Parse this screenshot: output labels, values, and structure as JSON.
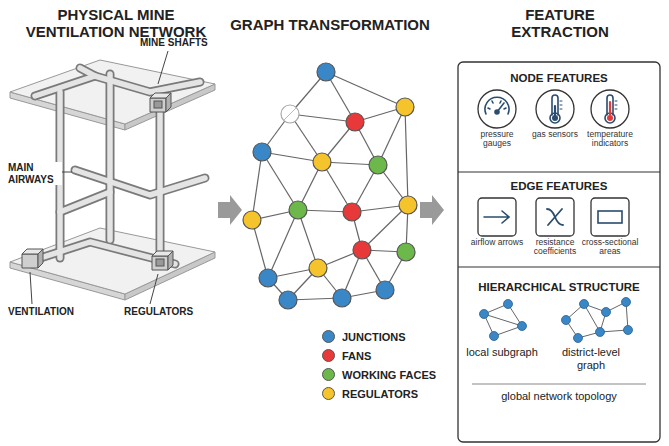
{
  "diagram": {
    "nodes": [
      {
        "text": [
          "NODE FEATURES"
        ]
      },
      {
        "text": [
          "pressure gauges"
        ],
        "in": 0
      },
      {
        "text": [
          "gas sensors"
        ],
        "in": 0
      },
      {
        "text": [
          "temperature indicators"
        ],
        "in": 0
      },
      {
        "text": [
          "EDGE FEATURES"
        ]
      },
      {
        "text": [
          "airflow arrows"
        ],
        "in": 4
      },
      {
        "text": [
          "resistance coefficients"
        ],
        "in": 4
      },
      {
        "text": [
          "cross-sectional areas"
        ],
        "in": 4
      },
      {
        "text": [
          "HIERARCHICAL STRUCTURE",
          "global network topology"
        ]
      }
    ],
    "labels": [
      "PHYSICAL MINE VENTILATION NETWORK",
      "GRAPH TRANSFORMATION",
      "FEATURE EXTRACTION",
      "MINE SHAFTS",
      "MAIN AIRWAYS",
      "VENTILATION",
      "REGULATORS",
      "local subgraph",
      "district-level graph"
    ],
    "legend": [
      {
        "text": "JUNCTIONS",
        "color": "#3a87c8"
      },
      {
        "text": "FANS",
        "color": "#e8393a"
      },
      {
        "text": "WORKING FACES",
        "color": "#6cb84a"
      },
      {
        "text": "REGULATORS",
        "color": "#f5c42c"
      }
    ]
  }
}
